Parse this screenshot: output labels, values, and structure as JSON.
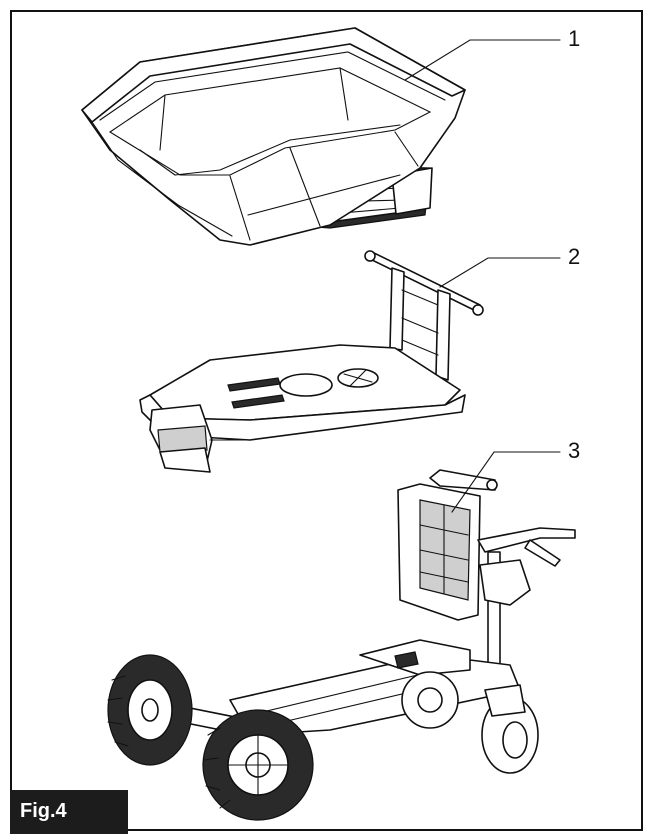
{
  "figure": {
    "label": "Fig.4",
    "callouts": [
      {
        "number": "1",
        "part": "dump-bucket"
      },
      {
        "number": "2",
        "part": "flat-deck-platform"
      },
      {
        "number": "3",
        "part": "wheeled-chassis"
      }
    ]
  },
  "colors": {
    "line": "#111111",
    "background": "#ffffff",
    "label_background": "#1c1c1c",
    "label_text": "#ffffff"
  }
}
